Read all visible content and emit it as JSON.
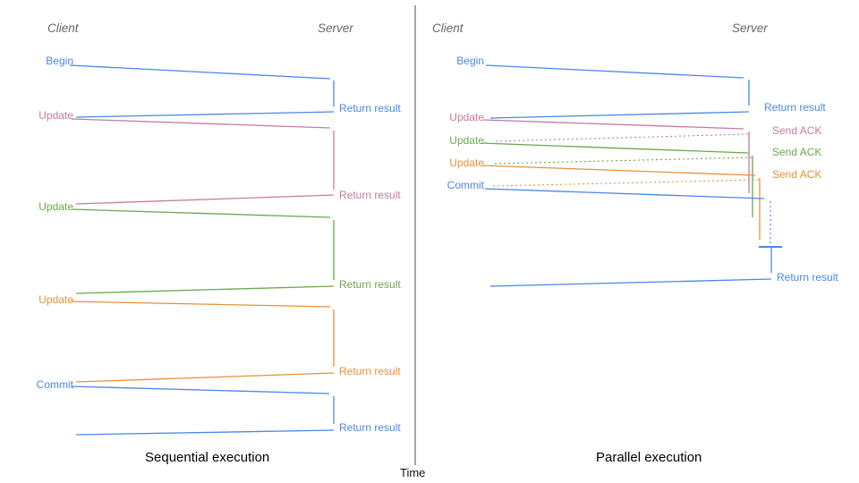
{
  "colors": {
    "blue": "#4a86e8",
    "magenta": "#c27ba0",
    "green": "#6aa84f",
    "orange": "#e69138",
    "axis_gray": "#666666",
    "header_gray": "#666666"
  },
  "time_axis": {
    "label": "Time"
  },
  "sequential": {
    "client_header": "Client",
    "server_header": "Server",
    "caption": "Sequential execution",
    "messages": [
      {
        "request": "Begin",
        "response": "Return result",
        "color": "#4a86e8"
      },
      {
        "request": "Update",
        "response": "Return result",
        "color": "#c27ba0"
      },
      {
        "request": "Update",
        "response": "Return result",
        "color": "#6aa84f"
      },
      {
        "request": "Update",
        "response": "Return result",
        "color": "#e69138"
      },
      {
        "request": "Commit",
        "response": "Return result",
        "color": "#4a86e8"
      }
    ]
  },
  "parallel": {
    "client_header": "Client",
    "server_header": "Server",
    "caption": "Parallel execution",
    "messages": [
      {
        "request": "Begin",
        "response": "Return result",
        "color": "#4a86e8"
      },
      {
        "request": "Update",
        "ack": "Send ACK",
        "color": "#c27ba0"
      },
      {
        "request": "Update",
        "ack": "Send ACK",
        "color": "#6aa84f"
      },
      {
        "request": "Update",
        "ack": "Send ACK",
        "color": "#e69138"
      },
      {
        "request": "Commit",
        "response": "Return result",
        "color": "#4a86e8"
      }
    ]
  }
}
